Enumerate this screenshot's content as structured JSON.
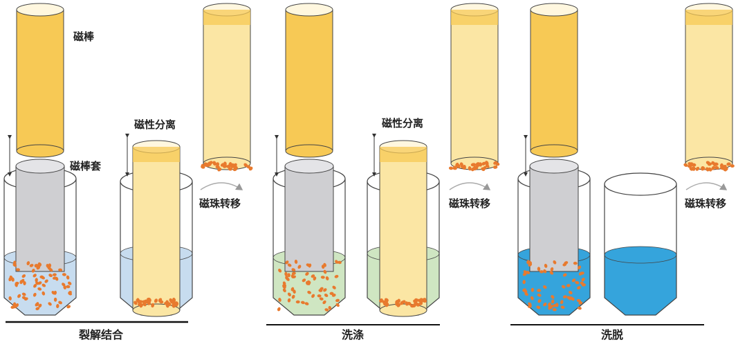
{
  "labels": {
    "rod": "磁棒",
    "sleeve": "磁棒套",
    "separation_1": "磁性分离",
    "separation_2": "磁性分离",
    "transfer_1": "磁珠转移",
    "transfer_2": "磁珠转移",
    "transfer_3": "磁珠转移"
  },
  "stages": [
    {
      "label": "裂解结合"
    },
    {
      "label": "洗涤"
    },
    {
      "label": "洗脱"
    }
  ],
  "colors": {
    "rod_yellow": "#f7c955",
    "rod_pale": "#fbe6a4",
    "sleeve_gray": "#cfcfd2",
    "lysis_liquid": "#c7dcef",
    "wash_liquid": "#cfe6c2",
    "elution_liquid": "#35a4dc",
    "beads": "#e87a2e",
    "outline": "#444444"
  }
}
